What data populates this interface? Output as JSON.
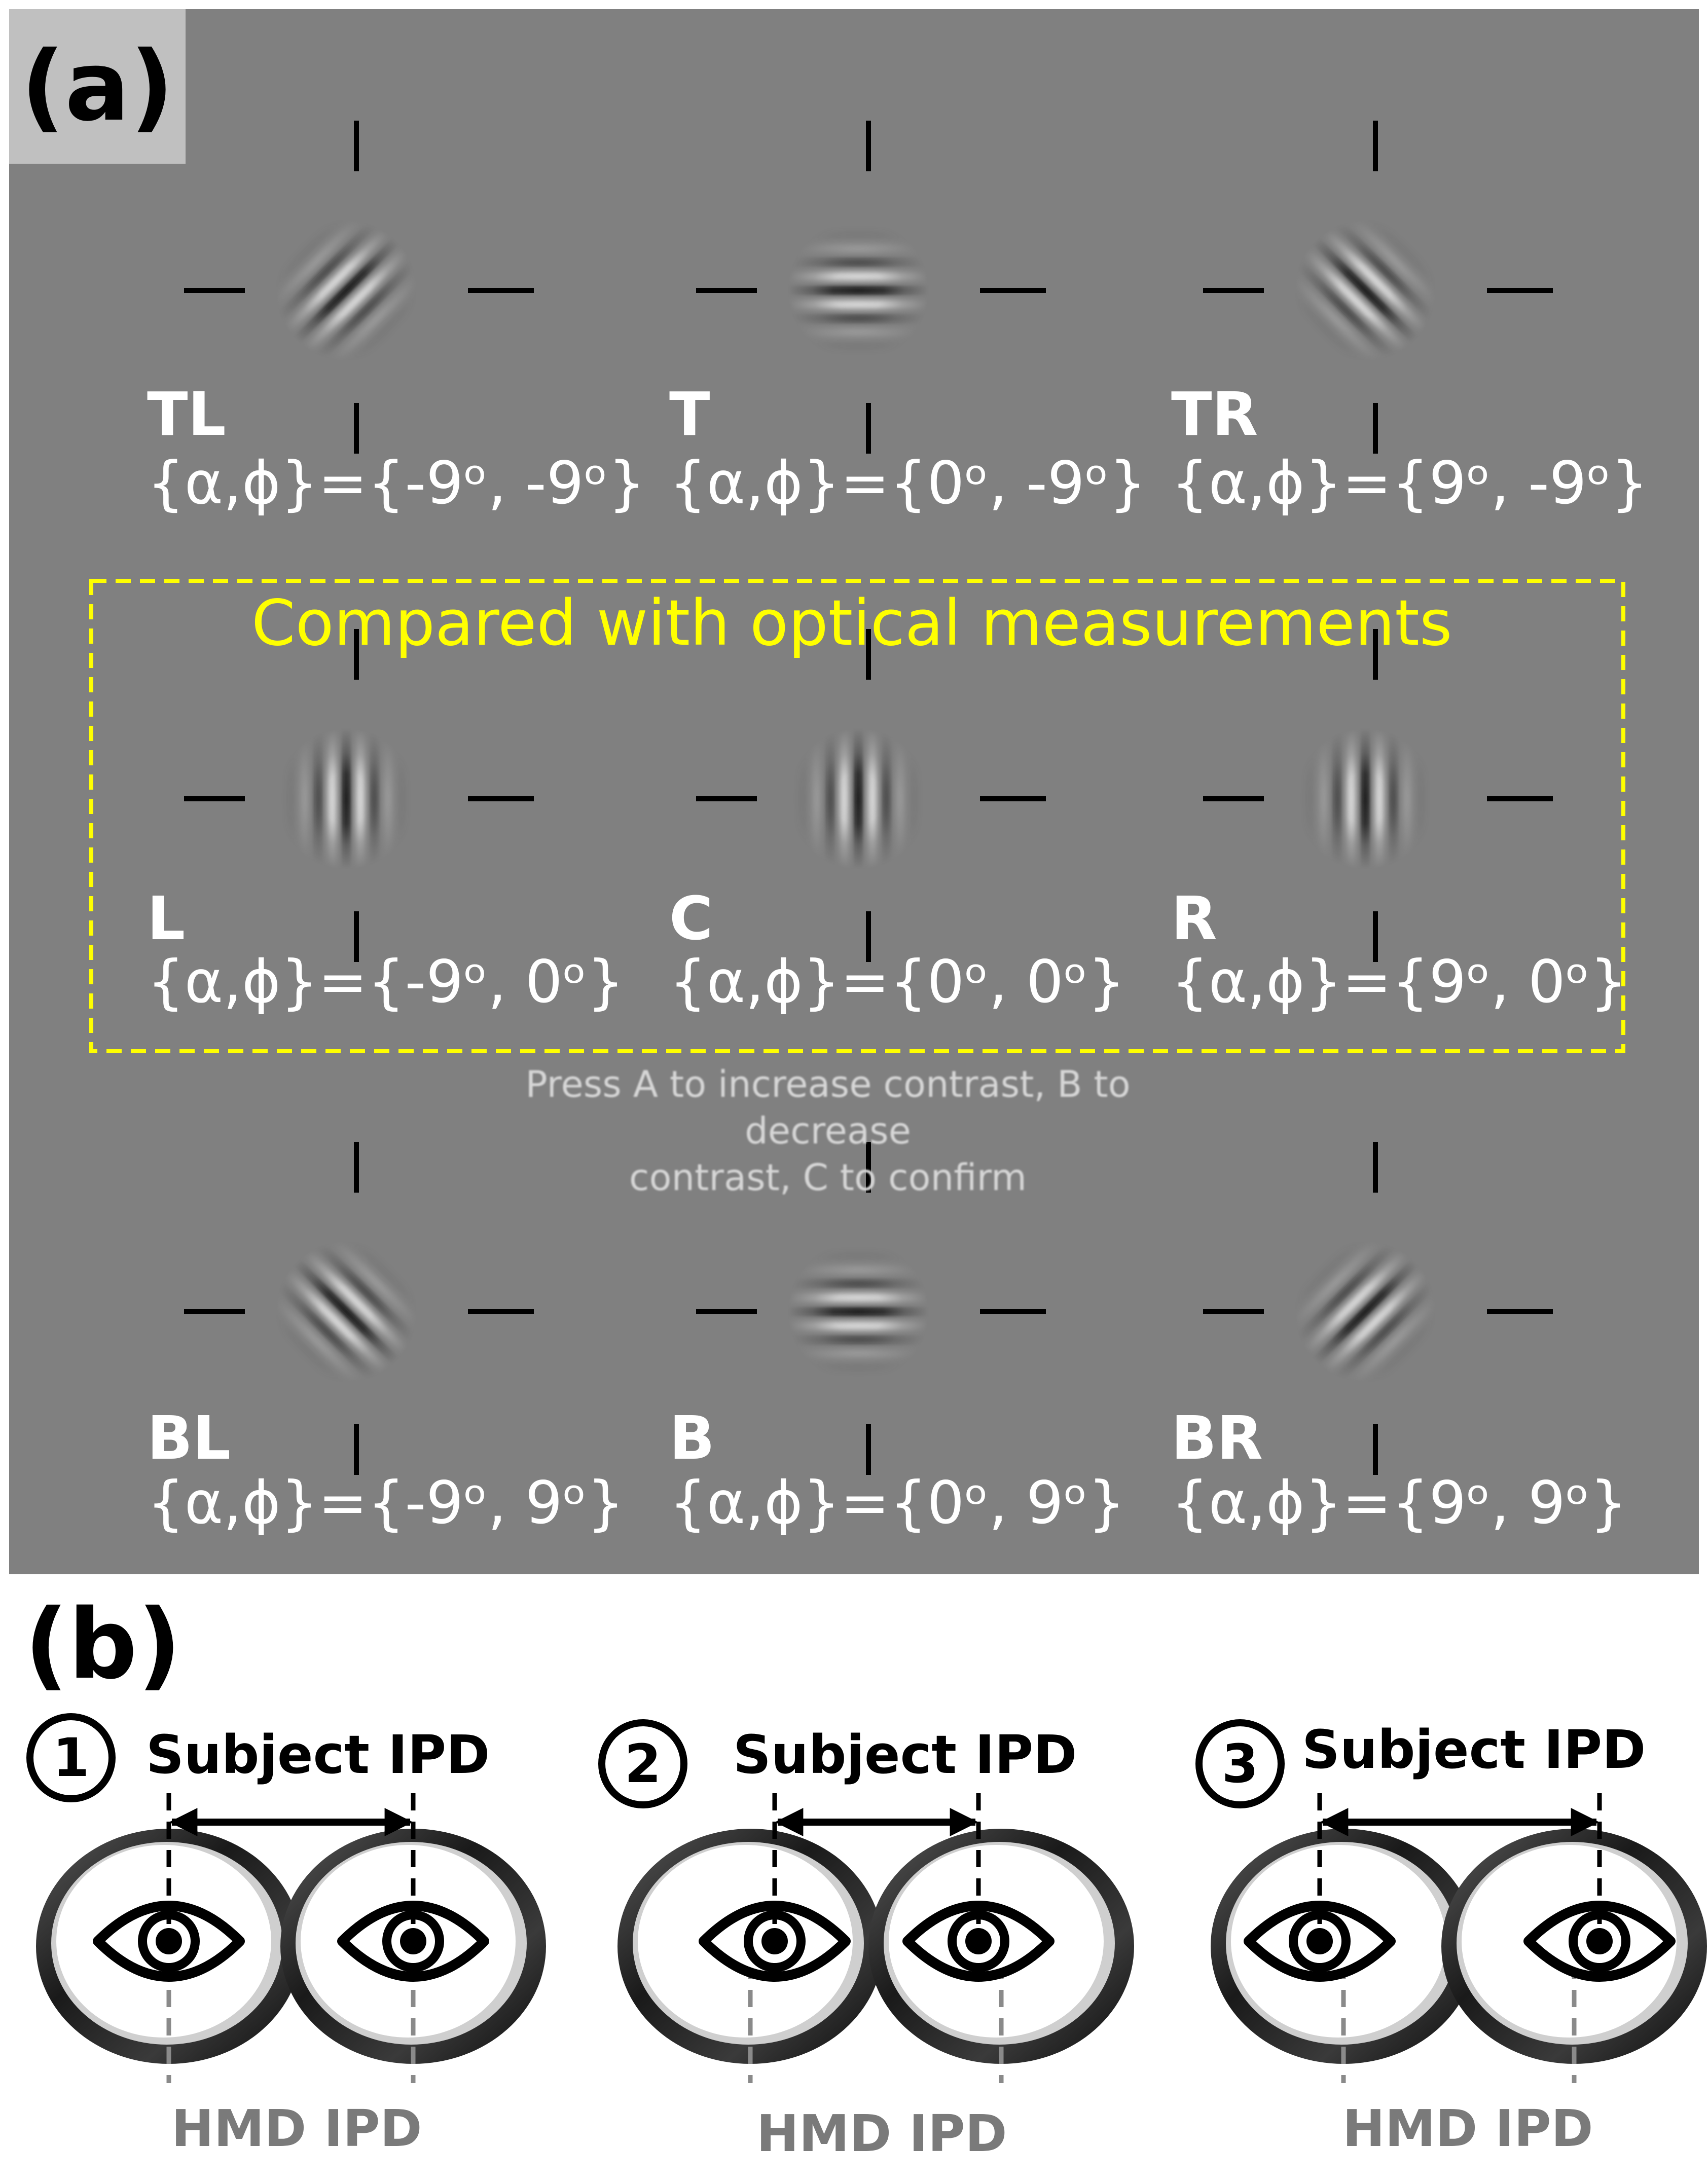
{
  "panel_a": {
    "label": "(a)",
    "background": "#808080",
    "highlight_title": "Compared with optical measurements",
    "highlight_color": "#ffff00",
    "instructions": [
      "Press A to increase contrast, B to decrease",
      "contrast, C to confirm"
    ],
    "cells": [
      {
        "name": "TL",
        "angle": "{α,ϕ}={-9ᵒ, -9ᵒ}",
        "grating_orientation_deg": -45
      },
      {
        "name": "T",
        "angle": "{α,ϕ}={0ᵒ, -9ᵒ}",
        "grating_orientation_deg": 0
      },
      {
        "name": "TR",
        "angle": "{α,ϕ}={9ᵒ, -9ᵒ}",
        "grating_orientation_deg": 45
      },
      {
        "name": "L",
        "angle": "{α,ϕ}={-9ᵒ, 0ᵒ}",
        "grating_orientation_deg": 90
      },
      {
        "name": "C",
        "angle": "{α,ϕ}={0ᵒ, 0ᵒ}",
        "grating_orientation_deg": 90
      },
      {
        "name": "R",
        "angle": "{α,ϕ}={9ᵒ, 0ᵒ}",
        "grating_orientation_deg": 90
      },
      {
        "name": "BL",
        "angle": "{α,ϕ}={-9ᵒ, 9ᵒ}",
        "grating_orientation_deg": 45
      },
      {
        "name": "B",
        "angle": "{α,ϕ}={0ᵒ, 9ᵒ}",
        "grating_orientation_deg": 0
      },
      {
        "name": "BR",
        "angle": "{α,ϕ}={9ᵒ, 9ᵒ}",
        "grating_orientation_deg": -45
      }
    ]
  },
  "panel_b": {
    "label": "(b)",
    "configs": [
      {
        "number": "1",
        "subject_label": "Subject IPD",
        "hmd_label": "HMD IPD"
      },
      {
        "number": "2",
        "subject_label": "Subject IPD",
        "hmd_label": "HMD IPD"
      },
      {
        "number": "3",
        "subject_label": "Subject IPD",
        "hmd_label": "HMD IPD"
      }
    ]
  }
}
